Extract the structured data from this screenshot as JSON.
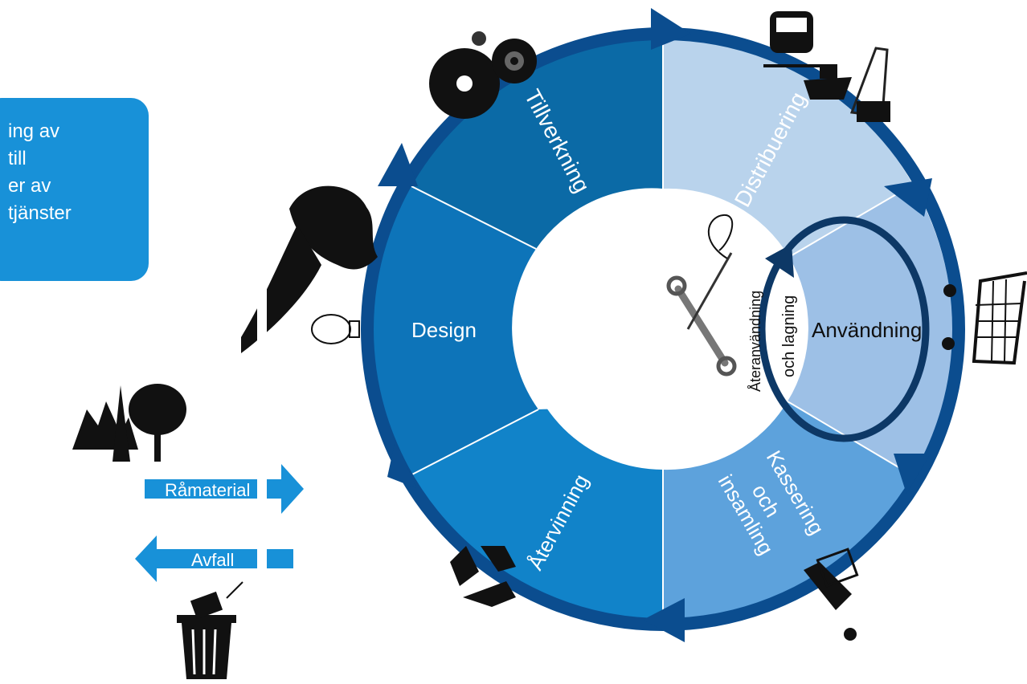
{
  "callout": {
    "lines": [
      "ing av",
      " till",
      "er av",
      "tjänster"
    ]
  },
  "cycle": {
    "segments": [
      {
        "label": "Tillverkning",
        "color": "#0b6aa6"
      },
      {
        "label": "Distribuering",
        "color": "#b9d3ec"
      },
      {
        "label": "Användning",
        "color": "#9dc0e6"
      },
      {
        "label": "Kassering och insamling",
        "color": "#5da2dc"
      },
      {
        "label": "Återvinning",
        "color": "#1183c9"
      },
      {
        "label": "Design",
        "color": "#0d74b9"
      }
    ],
    "ring_color": "#0b4d8f",
    "inner_loop": {
      "label_1": "Återanvändning",
      "label_2": "och lagning"
    }
  },
  "labels": {
    "tillverkning": "Tillverkning",
    "distribuering": "Distribuering",
    "anvandning": "Användning",
    "kassering_1": "Kassering",
    "kassering_2": "och",
    "kassering_3": "insamling",
    "atervinning": "Återvinning",
    "design": "Design"
  },
  "flows": {
    "raw": "Råmaterial",
    "waste": "Avfall",
    "color": "#1891d8"
  },
  "icons": [
    "gears-icon",
    "train-icon",
    "ship-icon",
    "crane-icon",
    "shopping-cart-icon",
    "discarded-cart-icon",
    "recycle-icon",
    "head-icon",
    "lightbulb-icon",
    "landscape-icon",
    "trash-can-icon",
    "wrench-icon",
    "needle-thread-icon"
  ]
}
